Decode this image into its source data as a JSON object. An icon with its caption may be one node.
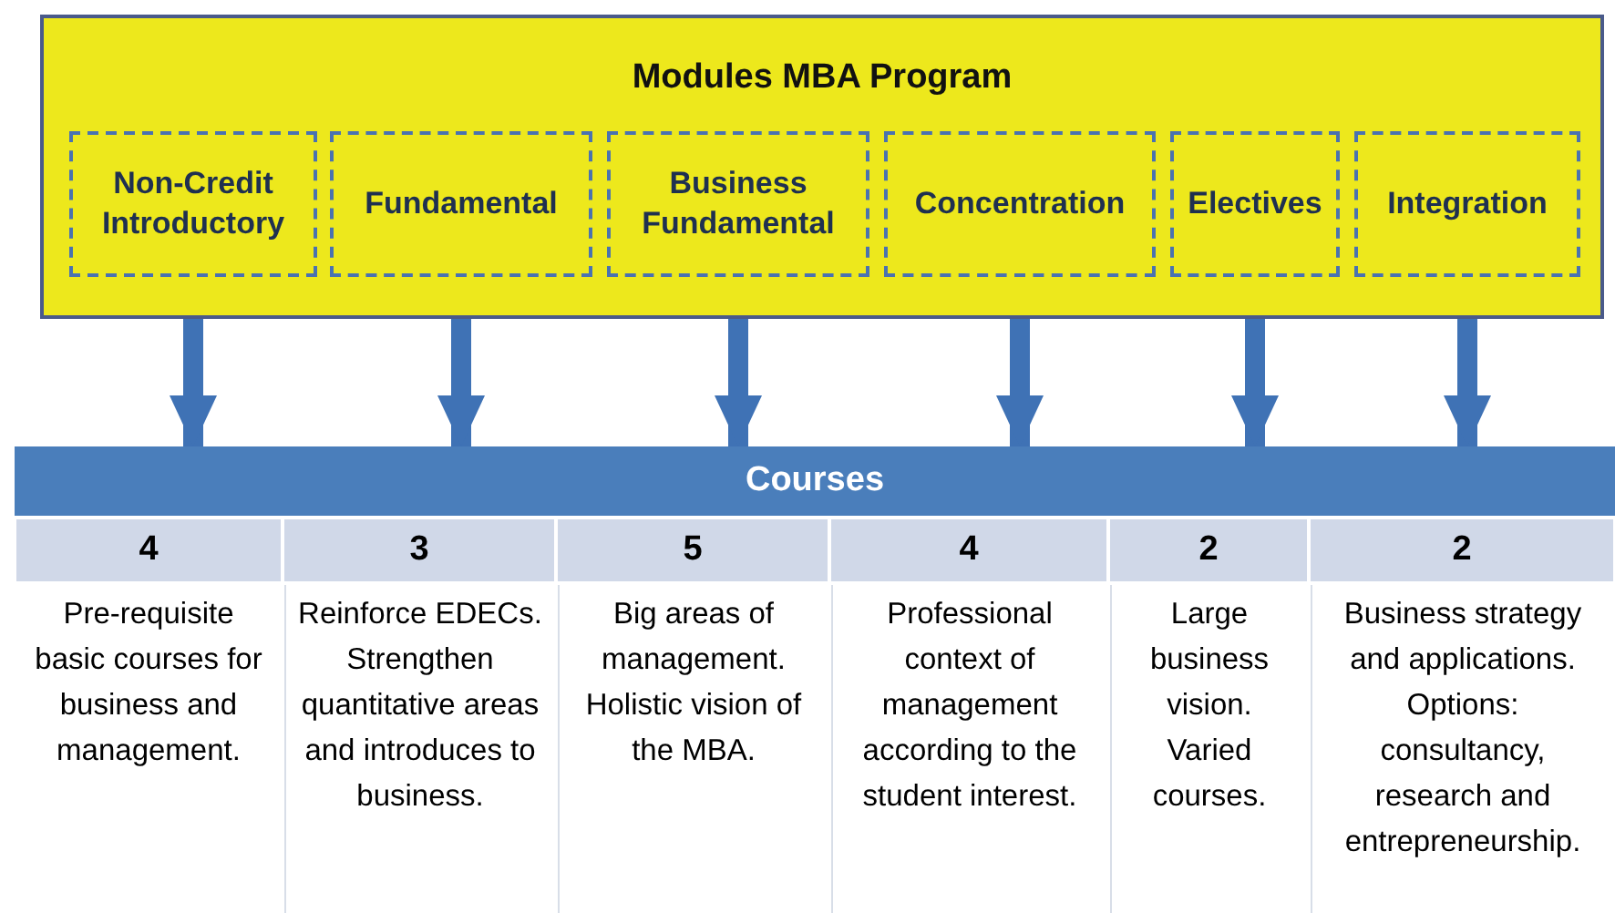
{
  "diagram": {
    "nodes": [
      {
        "text": [
          "Modules MBA Program"
        ]
      },
      {
        "text": [
          "Non-Credit Introductory"
        ],
        "in": 0
      },
      {
        "text": [
          "Fundamental"
        ],
        "in": 0
      },
      {
        "text": [
          "Business Fundamental"
        ],
        "in": 0
      },
      {
        "text": [
          "Concentration"
        ],
        "in": 0
      },
      {
        "text": [
          "Electives"
        ],
        "in": 0
      },
      {
        "text": [
          "Integration"
        ],
        "in": 0
      },
      {
        "text": [
          "Courses"
        ]
      }
    ],
    "edges": [
      {
        "from": 1,
        "to": 7,
        "arrow": "to"
      },
      {
        "from": 2,
        "to": 7,
        "arrow": "to"
      },
      {
        "from": 3,
        "to": 7,
        "arrow": "to"
      },
      {
        "from": 4,
        "to": 7,
        "arrow": "to"
      },
      {
        "from": 5,
        "to": 7,
        "arrow": "to"
      },
      {
        "from": 6,
        "to": 7,
        "arrow": "to"
      }
    ],
    "labels": [
      "4",
      "3",
      "5",
      "4",
      "2",
      "2",
      "Pre-requisite basic courses for business and management.",
      "Reinforce EDECs. Strengthen quantitative areas and introduces to business.",
      "Big areas of management. Holistic vision of the MBA.",
      "Professional context of management according to the student interest.",
      "Large business vision. Varied courses.",
      "Business strategy and applications. Options: consultancy, research and entrepreneurship."
    ]
  }
}
